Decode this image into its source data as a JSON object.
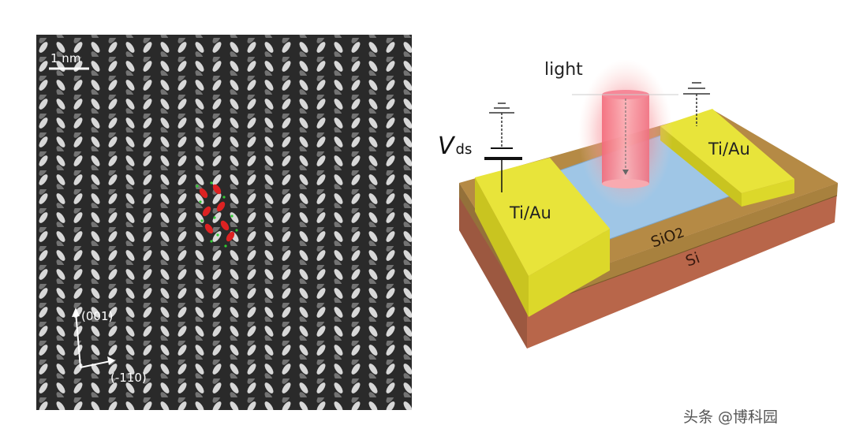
{
  "tem_panel": {
    "scale_bar_label": "1 nm",
    "axis_vertical_label": "(001)",
    "axis_horizontal_label": "(-110)"
  },
  "device_panel": {
    "light_label": "light",
    "voltage_label_main": "V",
    "voltage_label_sub": "ds",
    "left_electrode_label": "Ti/Au",
    "right_electrode_label": "Ti/Au",
    "oxide_label_main": "SiO",
    "oxide_label_sub": "2",
    "substrate_label": "Si",
    "colors": {
      "electrode": "#e3e030",
      "channel": "#9fc6e6",
      "oxide": "#b58a45",
      "substrate": "#b8664a",
      "light": "#f26a78"
    }
  },
  "watermark": "头条 @博科园"
}
